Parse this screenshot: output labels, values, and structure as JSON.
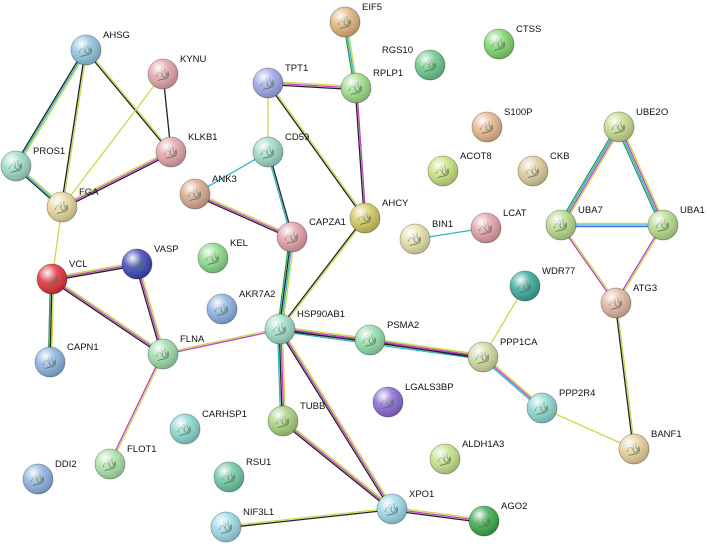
{
  "colors": {
    "textmining": "#c8d94a",
    "coexpression": "#222222",
    "experiments": "#c43fc4",
    "database": "#2fb3c9",
    "neighborhood": "#4e6fd6",
    "cooccurrence": "#2a9c4a"
  },
  "nodes": [
    {
      "id": "EIF5",
      "label": "EIF5",
      "color": "#e0b27c"
    },
    {
      "id": "CTSS",
      "label": "CTSS",
      "color": "#7ed36a"
    },
    {
      "id": "RGS10",
      "label": "RGS10",
      "color": "#6cc78a"
    },
    {
      "id": "AHSG",
      "label": "AHSG",
      "color": "#8ec3df"
    },
    {
      "id": "KYNU",
      "label": "KYNU",
      "color": "#e2a3a8"
    },
    {
      "id": "TPT1",
      "label": "TPT1",
      "color": "#9aa6e6"
    },
    {
      "id": "RPLP1",
      "label": "RPLP1",
      "color": "#9cdc8a"
    },
    {
      "id": "S100P",
      "label": "S100P",
      "color": "#e6b58a"
    },
    {
      "id": "UBE2O",
      "label": "UBE2O",
      "color": "#c6d98a"
    },
    {
      "id": "PROS1",
      "label": "PROS1",
      "color": "#9ad8c6"
    },
    {
      "id": "KLKB1",
      "label": "KLKB1",
      "color": "#e2a3a8"
    },
    {
      "id": "CD59",
      "label": "CD59",
      "color": "#9ad8c6"
    },
    {
      "id": "ACOT8",
      "label": "ACOT8",
      "color": "#c6e07a"
    },
    {
      "id": "CKB",
      "label": "CKB",
      "color": "#dccb9a"
    },
    {
      "id": "FGA",
      "label": "FGA",
      "color": "#e6d69a"
    },
    {
      "id": "ANK3",
      "label": "ANK3",
      "color": "#d6a88c"
    },
    {
      "id": "AHCY",
      "label": "AHCY",
      "color": "#d0c75a"
    },
    {
      "id": "BIN1",
      "label": "BIN1",
      "color": "#e6e0a8"
    },
    {
      "id": "LCAT",
      "label": "LCAT",
      "color": "#e29fa6"
    },
    {
      "id": "UBA7",
      "label": "UBA7",
      "color": "#b6d98a"
    },
    {
      "id": "UBA1",
      "label": "UBA1",
      "color": "#b6d98a"
    },
    {
      "id": "CAPZA1",
      "label": "CAPZA1",
      "color": "#e29fa6"
    },
    {
      "id": "VCL",
      "label": "VCL",
      "color": "#e0303a"
    },
    {
      "id": "VASP",
      "label": "VASP",
      "color": "#3a47b8"
    },
    {
      "id": "KEL",
      "label": "KEL",
      "color": "#8ad88a"
    },
    {
      "id": "WDR77",
      "label": "WDR77",
      "color": "#3aa79a"
    },
    {
      "id": "ATG3",
      "label": "ATG3",
      "color": "#e2b5a0"
    },
    {
      "id": "AKR7A2",
      "label": "AKR7A2",
      "color": "#8ab2e0"
    },
    {
      "id": "HSP90AB1",
      "label": "HSP90AB1",
      "color": "#9adcc6"
    },
    {
      "id": "PSMA2",
      "label": "PSMA2",
      "color": "#8edba8"
    },
    {
      "id": "CAPN1",
      "label": "CAPN1",
      "color": "#8ab2e0"
    },
    {
      "id": "FLNA",
      "label": "FLNA",
      "color": "#9adca8"
    },
    {
      "id": "PPP1CA",
      "label": "PPP1CA",
      "color": "#d0d8a0"
    },
    {
      "id": "LGALS3BP",
      "label": "LGALS3BP",
      "color": "#8a6ad6"
    },
    {
      "id": "PPP2R4",
      "label": "PPP2R4",
      "color": "#8ad6d0"
    },
    {
      "id": "CARHSP1",
      "label": "CARHSP1",
      "color": "#8ad6d0"
    },
    {
      "id": "TUBB",
      "label": "TUBB",
      "color": "#a8d07a"
    },
    {
      "id": "ALDH1A3",
      "label": "ALDH1A3",
      "color": "#c6e08a"
    },
    {
      "id": "BANF1",
      "label": "BANF1",
      "color": "#e6cf9a"
    },
    {
      "id": "DDI2",
      "label": "DDI2",
      "color": "#8ab2e0"
    },
    {
      "id": "FLOT1",
      "label": "FLOT1",
      "color": "#a8e0a8"
    },
    {
      "id": "RSU1",
      "label": "RSU1",
      "color": "#6cc7a0"
    },
    {
      "id": "XPO1",
      "label": "XPO1",
      "color": "#9ad8e6"
    },
    {
      "id": "NIF3L1",
      "label": "NIF3L1",
      "color": "#9ad8e6"
    },
    {
      "id": "AGO2",
      "label": "AGO2",
      "color": "#3aa84a"
    }
  ],
  "edges": [
    {
      "from": "EIF5",
      "to": "RPLP1",
      "types": [
        "textmining",
        "database",
        "cooccurrence"
      ]
    },
    {
      "from": "TPT1",
      "to": "RPLP1",
      "types": [
        "textmining",
        "experiments",
        "coexpression"
      ]
    },
    {
      "from": "TPT1",
      "to": "CD59",
      "types": [
        "textmining"
      ]
    },
    {
      "from": "TPT1",
      "to": "AHCY",
      "types": [
        "textmining",
        "coexpression"
      ]
    },
    {
      "from": "RPLP1",
      "to": "AHCY",
      "types": [
        "experiments",
        "coexpression"
      ]
    },
    {
      "from": "AHSG",
      "to": "PROS1",
      "types": [
        "textmining",
        "database",
        "coexpression"
      ]
    },
    {
      "from": "AHSG",
      "to": "FGA",
      "types": [
        "textmining",
        "coexpression"
      ]
    },
    {
      "from": "AHSG",
      "to": "KLKB1",
      "types": [
        "textmining",
        "coexpression"
      ]
    },
    {
      "from": "KYNU",
      "to": "FGA",
      "types": [
        "textmining"
      ]
    },
    {
      "from": "KYNU",
      "to": "KLKB1",
      "types": [
        "coexpression"
      ]
    },
    {
      "from": "PROS1",
      "to": "FGA",
      "types": [
        "textmining",
        "database",
        "coexpression"
      ]
    },
    {
      "from": "FGA",
      "to": "KLKB1",
      "types": [
        "textmining",
        "experiments",
        "coexpression"
      ]
    },
    {
      "from": "FGA",
      "to": "VCL",
      "types": [
        "textmining"
      ]
    },
    {
      "from": "CD59",
      "to": "ANK3",
      "types": [
        "database"
      ]
    },
    {
      "from": "CD59",
      "to": "CAPZA1",
      "types": [
        "coexpression",
        "database"
      ]
    },
    {
      "from": "ANK3",
      "to": "CAPZA1",
      "types": [
        "textmining",
        "experiments",
        "coexpression"
      ]
    },
    {
      "from": "CAPZA1",
      "to": "HSP90AB1",
      "types": [
        "textmining",
        "database",
        "coexpression",
        "cooccurrence"
      ]
    },
    {
      "from": "AHCY",
      "to": "HSP90AB1",
      "types": [
        "textmining",
        "coexpression"
      ]
    },
    {
      "from": "BIN1",
      "to": "LCAT",
      "types": [
        "database"
      ]
    },
    {
      "from": "UBE2O",
      "to": "UBA7",
      "types": [
        "textmining",
        "experiments",
        "database",
        "cooccurrence"
      ]
    },
    {
      "from": "UBE2O",
      "to": "UBA1",
      "types": [
        "textmining",
        "experiments",
        "database",
        "cooccurrence"
      ]
    },
    {
      "from": "UBA7",
      "to": "UBA1",
      "types": [
        "textmining",
        "database",
        "neighborhood"
      ]
    },
    {
      "from": "UBA7",
      "to": "ATG3",
      "types": [
        "textmining",
        "experiments"
      ]
    },
    {
      "from": "UBA1",
      "to": "ATG3",
      "types": [
        "textmining",
        "experiments"
      ]
    },
    {
      "from": "ATG3",
      "to": "BANF1",
      "types": [
        "textmining",
        "coexpression"
      ]
    },
    {
      "from": "VCL",
      "to": "VASP",
      "types": [
        "textmining",
        "experiments",
        "coexpression"
      ]
    },
    {
      "from": "VCL",
      "to": "FLNA",
      "types": [
        "textmining",
        "experiments",
        "coexpression"
      ]
    },
    {
      "from": "VCL",
      "to": "CAPN1",
      "types": [
        "textmining",
        "coexpression",
        "cooccurrence"
      ]
    },
    {
      "from": "VASP",
      "to": "FLNA",
      "types": [
        "textmining",
        "experiments",
        "coexpression"
      ]
    },
    {
      "from": "FLNA",
      "to": "HSP90AB1",
      "types": [
        "textmining",
        "experiments"
      ]
    },
    {
      "from": "FLNA",
      "to": "FLOT1",
      "types": [
        "textmining",
        "experiments"
      ]
    },
    {
      "from": "HSP90AB1",
      "to": "PSMA2",
      "types": [
        "textmining",
        "experiments",
        "coexpression"
      ]
    },
    {
      "from": "HSP90AB1",
      "to": "PPP1CA",
      "types": [
        "textmining",
        "experiments",
        "coexpression",
        "database"
      ]
    },
    {
      "from": "HSP90AB1",
      "to": "TUBB",
      "types": [
        "textmining",
        "experiments",
        "coexpression",
        "database"
      ]
    },
    {
      "from": "HSP90AB1",
      "to": "XPO1",
      "types": [
        "textmining",
        "experiments",
        "coexpression"
      ]
    },
    {
      "from": "PSMA2",
      "to": "PPP1CA",
      "types": [
        "textmining",
        "experiments",
        "coexpression"
      ]
    },
    {
      "from": "WDR77",
      "to": "PPP1CA",
      "types": [
        "textmining"
      ]
    },
    {
      "from": "PPP1CA",
      "to": "PPP2R4",
      "types": [
        "textmining",
        "experiments",
        "database"
      ]
    },
    {
      "from": "PPP2R4",
      "to": "BANF1",
      "types": [
        "textmining"
      ]
    },
    {
      "from": "TUBB",
      "to": "XPO1",
      "types": [
        "textmining",
        "experiments",
        "coexpression"
      ]
    },
    {
      "from": "NIF3L1",
      "to": "XPO1",
      "types": [
        "textmining",
        "coexpression"
      ]
    },
    {
      "from": "XPO1",
      "to": "AGO2",
      "types": [
        "textmining",
        "experiments",
        "coexpression"
      ]
    }
  ]
}
